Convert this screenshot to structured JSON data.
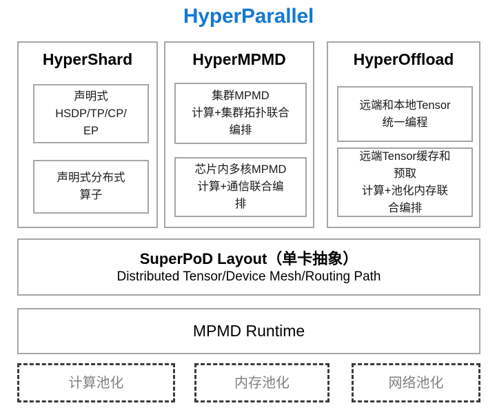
{
  "diagram": {
    "title": "HyperParallel",
    "title_color": "#1478d2",
    "border_color": "#a6a6a6",
    "dashed_border_color": "#3a3a3a",
    "pool_text_color": "#808080",
    "columns": [
      {
        "title": "HyperShard",
        "boxes": [
          "声明式\nHSDP/TP/CP/\nEP",
          "声明式分布式\n算子"
        ]
      },
      {
        "title": "HyperMPMD",
        "boxes": [
          "集群MPMD\n计算+集群拓扑联合\n编排",
          "芯片内多核MPMD\n计算+通信联合编\n排"
        ]
      },
      {
        "title": "HyperOffload",
        "boxes": [
          "远端和本地Tensor\n统一编程",
          "远端Tensor缓存和\n预取\n计算+池化内存联\n合编排"
        ]
      }
    ],
    "bands": [
      {
        "title": "SuperPoD Layout（单卡抽象）",
        "subtitle": "Distributed Tensor/Device Mesh/Routing Path"
      },
      {
        "title": "MPMD Runtime",
        "subtitle": ""
      }
    ],
    "pools": [
      "计算池化",
      "内存池化",
      "网络池化"
    ]
  }
}
